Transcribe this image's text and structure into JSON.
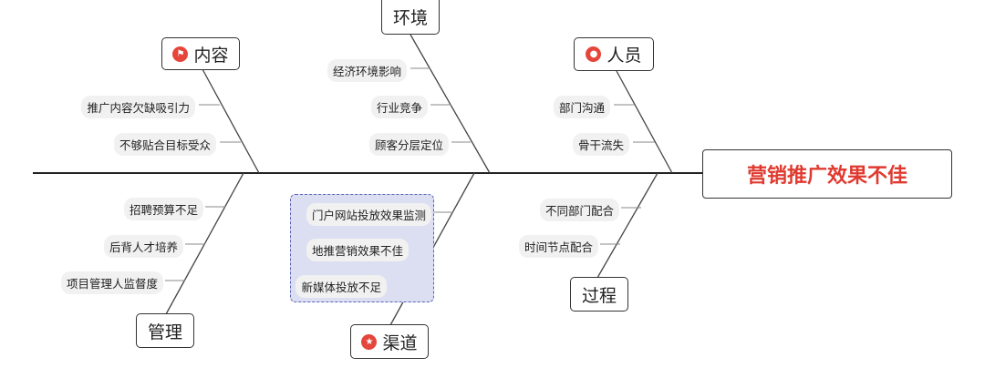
{
  "head": "营销推广效果不佳",
  "categories": {
    "content": "内容",
    "environment": "环境",
    "people": "人员",
    "management": "管理",
    "channel": "渠道",
    "process": "过程"
  },
  "causes": {
    "content": [
      "推广内容欠缺吸引力",
      "不够贴合目标受众"
    ],
    "environment": [
      "经济环境影响",
      "行业竞争",
      "顾客分层定位"
    ],
    "people": [
      "部门沟通",
      "骨干流失"
    ],
    "management": [
      "招聘预算不足",
      "后背人才培养",
      "项目管理人监督度"
    ],
    "channel": [
      "门户网站投放效果监测",
      "地推营销效果不佳",
      "新媒体投放不足"
    ],
    "process": [
      "不同部门配合",
      "时间节点配合"
    ]
  },
  "icons": {
    "content": "flag-icon",
    "people": "person-icon",
    "channel": "star-icon"
  },
  "colors": {
    "accent": "#e0392f",
    "icon": "#e5453b",
    "group_fill": "#dcdff1",
    "group_border": "#5a64b8"
  }
}
